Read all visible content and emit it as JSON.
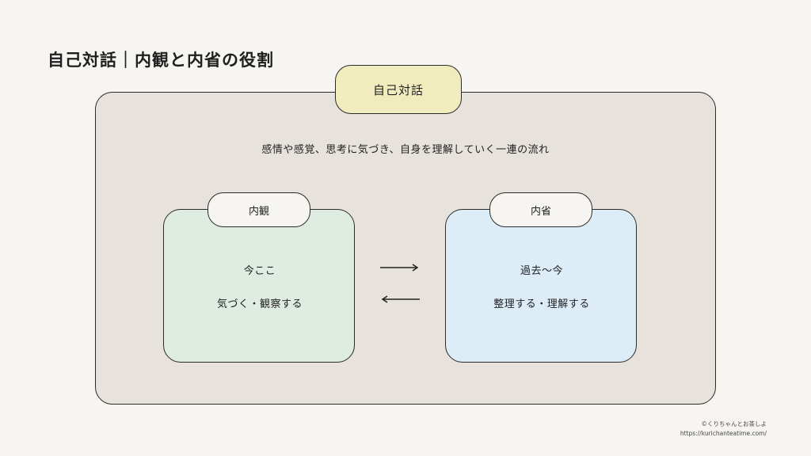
{
  "page": {
    "title": "自己対話｜内観と内省の役割"
  },
  "outer": {
    "label": "自己対話",
    "description": "感情や感覚、思考に気づき、自身を理解していく一連の流れ",
    "colors": {
      "panel": "#e7e3dc",
      "label": "#f1ecbe"
    }
  },
  "left_card": {
    "label": "内観",
    "line1": "今ここ",
    "line2": "気づく・観察する",
    "color": "#dfece2"
  },
  "right_card": {
    "label": "内省",
    "line1": "過去〜今",
    "line2": "整理する・理解する",
    "color": "#dcedf8"
  },
  "footer": {
    "credit": "©くりちゃんとお茶しよ",
    "url": "https://kurichanteatime.com/"
  }
}
